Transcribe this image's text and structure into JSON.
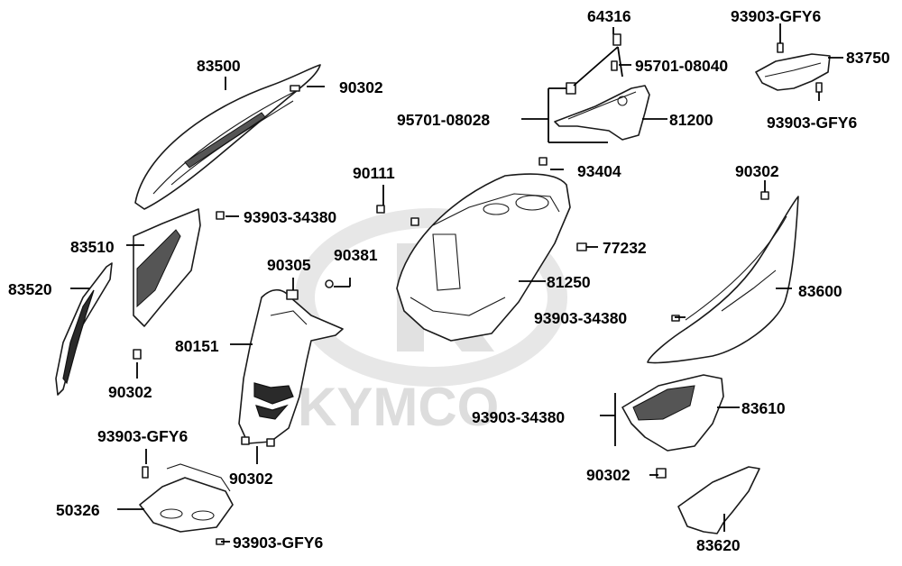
{
  "watermark": {
    "text": "KYMCO"
  },
  "labels": {
    "p64316": "64316",
    "p93903_gfy6_top": "93903-GFY6",
    "p83750": "83750",
    "p95701_08040": "95701-08040",
    "p93903_gfy6_right": "93903-GFY6",
    "p83500": "83500",
    "p90302_a": "90302",
    "p95701_08028": "95701-08028",
    "p81200": "81200",
    "p90111": "90111",
    "p93404": "93404",
    "p90302_b": "90302",
    "p93903_34380_a": "93903-34380",
    "p83510": "83510",
    "p77232": "77232",
    "p90305": "90305",
    "p90381": "90381",
    "p81250": "81250",
    "p83520": "83520",
    "p83600": "83600",
    "p93903_34380_b": "93903-34380",
    "p80151": "80151",
    "p90302_c": "90302",
    "p83610": "83610",
    "p93903_34380_c": "93903-34380",
    "p93903_gfy6_left": "93903-GFY6",
    "p90302_d": "90302",
    "p90302_e": "90302",
    "p50326": "50326",
    "p93903_gfy6_bottom": "93903-GFY6",
    "p83620": "83620"
  }
}
